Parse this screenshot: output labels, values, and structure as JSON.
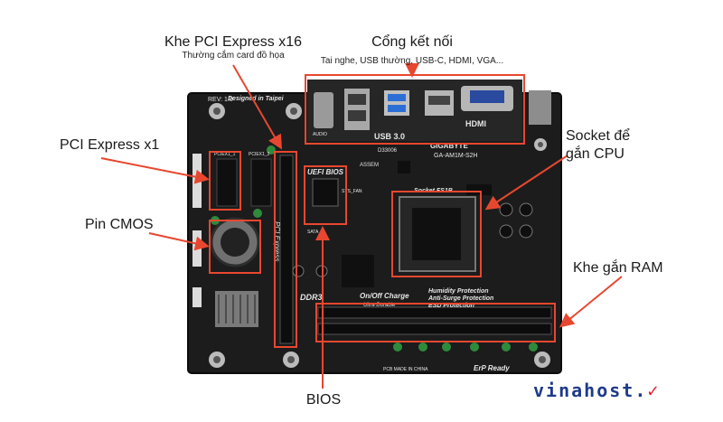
{
  "labels": {
    "pcie_x16": "Khe PCI Express x16",
    "pcie_x16_sub": "Thường cắm card đồ họa",
    "ports": "Cổng kết nối",
    "ports_sub": "Tai nghe, USB thường, USB-C, HDMI, VGA...",
    "pcie_x1": "PCI Express x1",
    "cmos": "Pin CMOS",
    "socket_line1": "Socket để",
    "socket_line2": "gắn CPU",
    "ram": "Khe gắn RAM",
    "bios": "BIOS"
  },
  "board_text": {
    "designed": "Designed in Taipei",
    "rev": "REV: 1.0",
    "usb3": "USB 3.0",
    "hdmi": "HDMI",
    "gigabyte": "GIGABYTE",
    "model": "GA-AM1M-S2H",
    "uefi": "UEFI BIOS",
    "socket": "Socket FS1B",
    "pcie_label": "PCI Express",
    "ddr3": "DDR3",
    "onoff": "On/Off Charge",
    "ultra": "Ultra Durable",
    "protection": "Humidity Protection",
    "antisurge": "Anti-Surge Protection",
    "esd": "ESD Protection",
    "erp": "ErP Ready",
    "made": "PCB MADE IN CHINA",
    "pciex1a": "PCIEX1_1",
    "pciex1b": "PCIEX1_2",
    "audio": "AUDIO",
    "d33006": "D33006",
    "assem": "ASSEM",
    "sys_fan": "SYS_FAN",
    "sata": "SATA"
  },
  "logo": {
    "text": "vinahost.",
    "tick": "✓"
  },
  "colors": {
    "board": "#1b1b1b",
    "highlight": "#e8472f",
    "arrow": "#e8472f"
  }
}
